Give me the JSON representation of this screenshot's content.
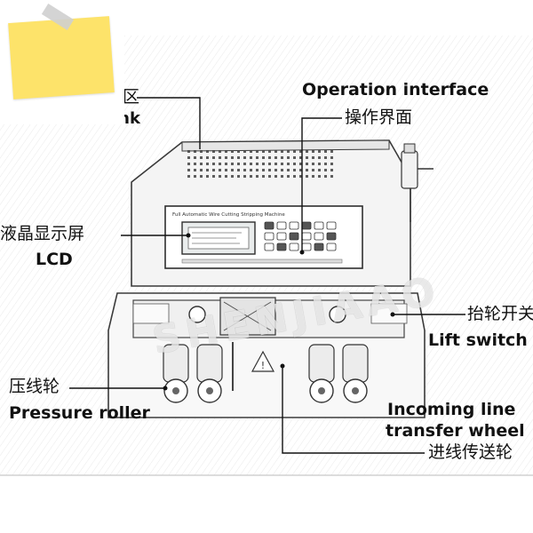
{
  "labels": {
    "heat_sink_cn": "区",
    "heat_sink_en": "Heat sink",
    "operation_en": "Operation interface",
    "operation_cn": "操作界面",
    "lcd_cn": "液晶显示屏",
    "lcd_en": "LCD",
    "lift_cn": "抬轮开关",
    "lift_en": "Lift switch",
    "pressure_cn": "压线轮",
    "pressure_en": "Pressure roller",
    "incoming_en_1": "Incoming line",
    "incoming_en_2": "transfer wheel",
    "incoming_cn": "进线传送轮"
  },
  "panel": {
    "header_text": "Full Automatic Wire Cutting Stripping Machine"
  },
  "watermark": "SHENJIAAO",
  "colors": {
    "note": "#fde36a",
    "ink": "#111111",
    "sketch": "#3a3a3a"
  }
}
